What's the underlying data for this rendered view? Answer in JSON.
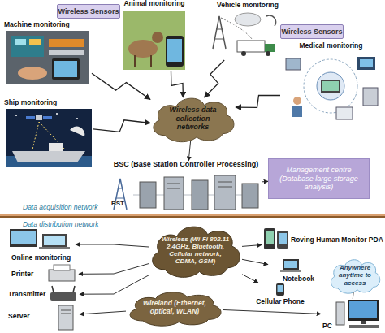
{
  "diagram": {
    "nodes": [
      {
        "text": [
          "Wireless Sensors"
        ]
      },
      {
        "text": [
          "Machine monitoring"
        ]
      },
      {
        "text": [
          "Animal monitoring"
        ]
      },
      {
        "text": [
          "Vehicle monitoring"
        ]
      },
      {
        "text": [
          "Wireless Sensors"
        ]
      },
      {
        "text": [
          "Medical monitoring"
        ]
      },
      {
        "text": [
          "Ship monitoring"
        ]
      },
      {
        "text": [
          "Wireless data collection networks"
        ]
      },
      {
        "text": [
          "BSC (Base Station Controller Processing)"
        ]
      },
      {
        "text": [
          "Management centre (Database large storage analysis)"
        ]
      },
      {
        "text": [
          "Online monitoring"
        ]
      },
      {
        "text": [
          "Wireless (Wi-Fi 802.11 2.4GHz, Bluetooth, Cellular network, CDMA, GSM)"
        ]
      },
      {
        "text": [
          "Roving Human Monitor PDA"
        ]
      },
      {
        "text": [
          "Printer"
        ]
      },
      {
        "text": [
          "Notebook"
        ]
      },
      {
        "text": [
          "Transmitter"
        ]
      },
      {
        "text": [
          "Cellular Phone"
        ]
      },
      {
        "text": [
          "Wireland (Ethernet, optical, WLAN)"
        ]
      },
      {
        "text": [
          "Anywhere anytime to access"
        ]
      },
      {
        "text": [
          "Server"
        ]
      },
      {
        "text": [
          "PC"
        ]
      }
    ],
    "edges": [
      {
        "from": 1,
        "to": 7,
        "arrow": "to"
      },
      {
        "from": 2,
        "to": 7,
        "arrow": "to"
      },
      {
        "from": 3,
        "to": 7,
        "arrow": "to"
      },
      {
        "from": 5,
        "to": 7,
        "arrow": "to"
      },
      {
        "from": 6,
        "to": 7,
        "arrow": "to"
      },
      {
        "from": 7,
        "to": 8,
        "arrow": "to"
      },
      {
        "from": 8,
        "to": 9,
        "arrow": "to"
      },
      {
        "from": 11,
        "to": 10,
        "arrow": "to"
      },
      {
        "from": 11,
        "to": 13,
        "arrow": "to"
      },
      {
        "from": 11,
        "to": 15,
        "arrow": "to"
      },
      {
        "from": 11,
        "to": 12,
        "arrow": "to"
      },
      {
        "from": 11,
        "to": 14,
        "arrow": "to"
      },
      {
        "from": 11,
        "to": 16,
        "arrow": "to"
      },
      {
        "from": 17,
        "to": 19,
        "arrow": "to"
      },
      {
        "from": 17,
        "to": 20,
        "arrow": "to"
      },
      {
        "from": 20,
        "to": 18,
        "arrow": "none"
      }
    ],
    "labels": [
      "BST",
      "Data acquisition network",
      "Data distribution network"
    ]
  }
}
